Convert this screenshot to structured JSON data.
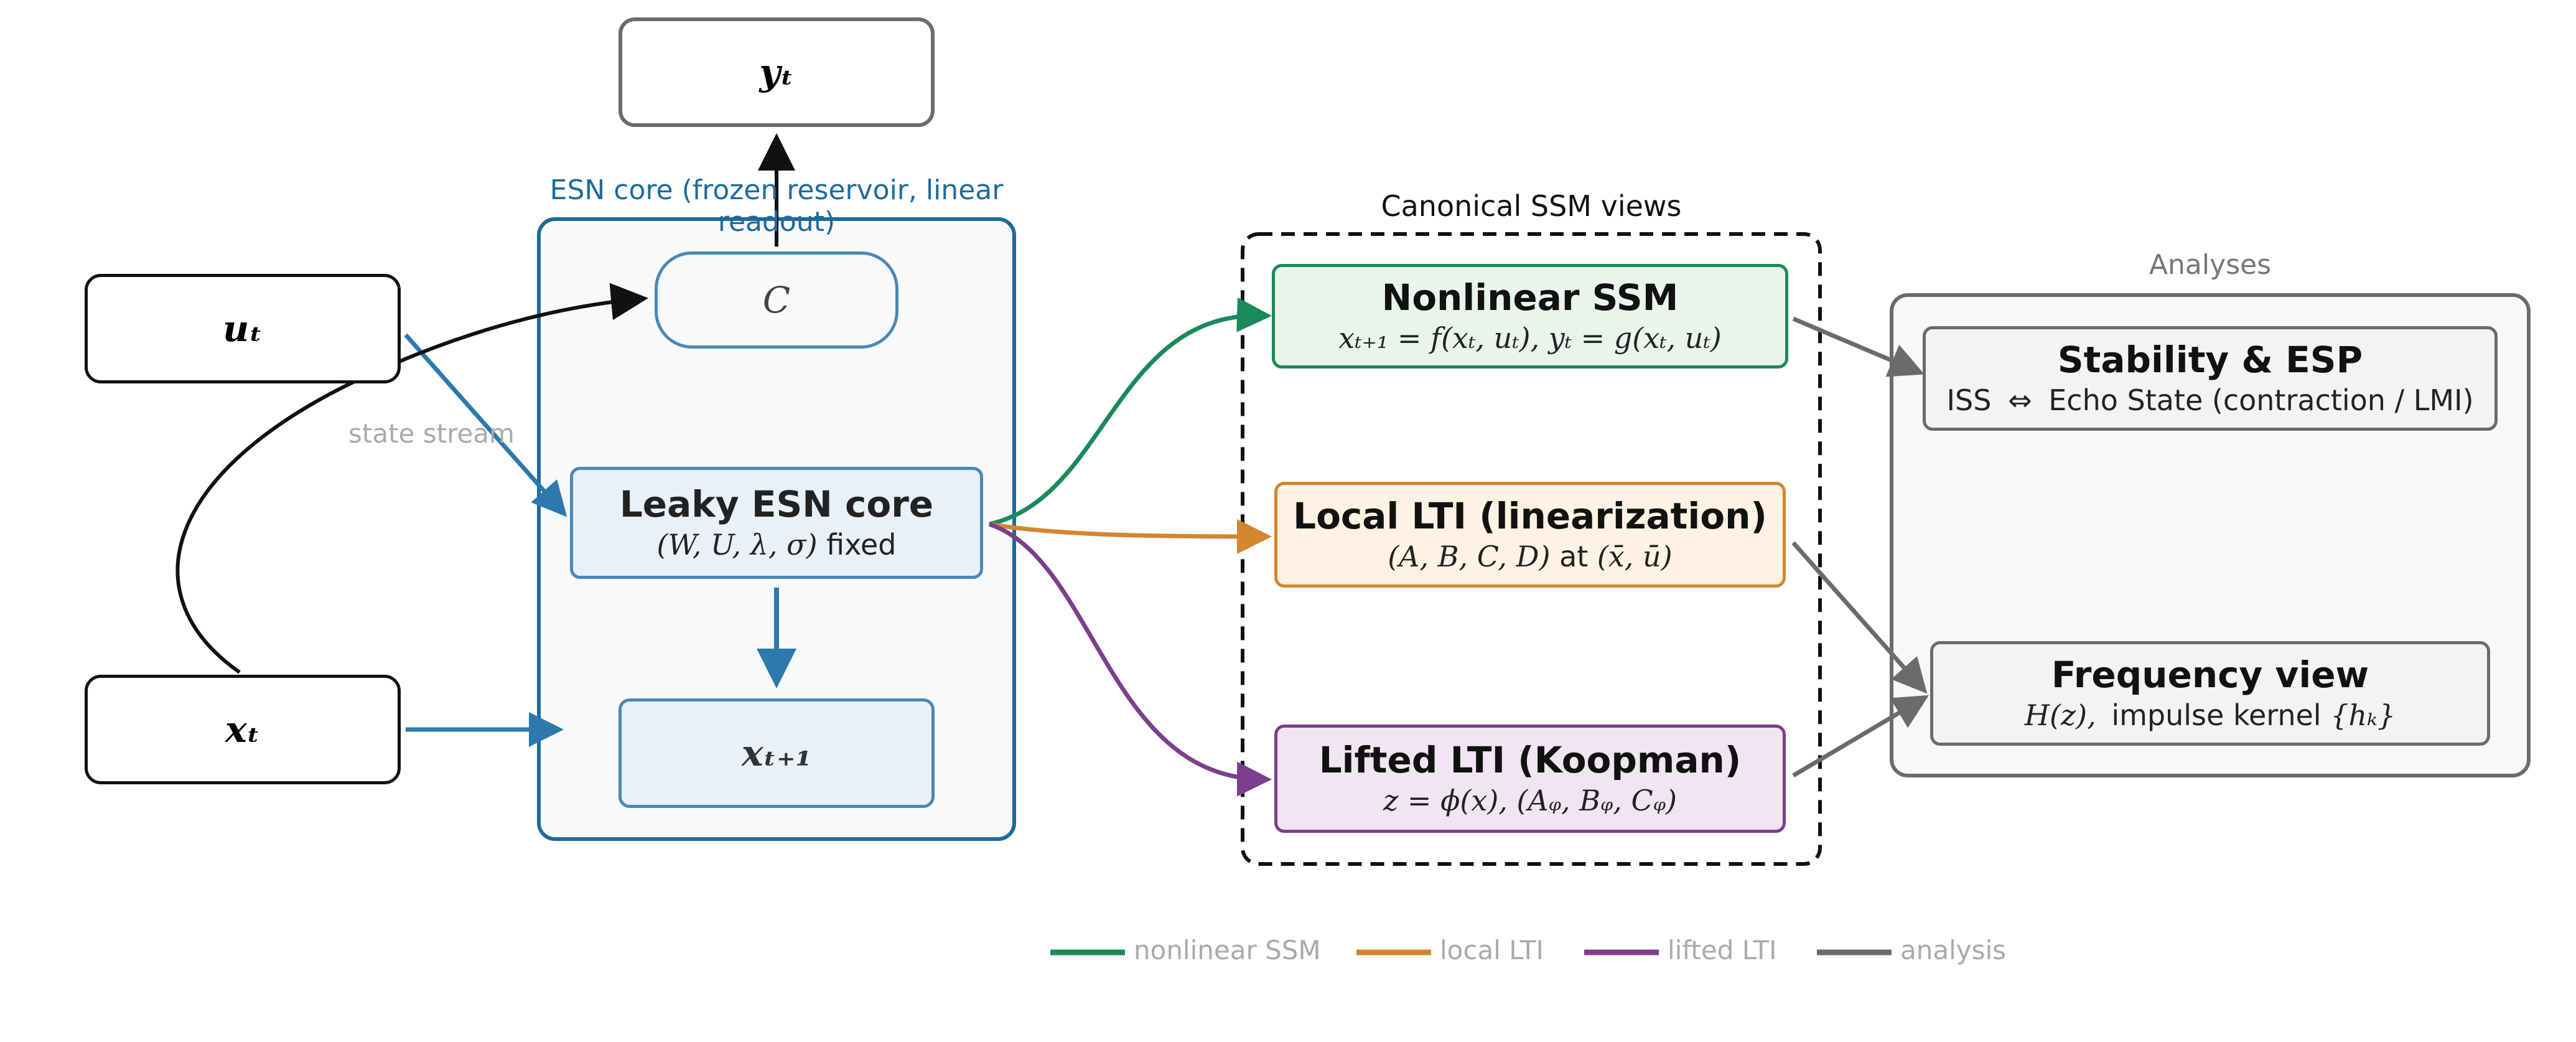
{
  "esn_core": {
    "label": "ESN core (frozen reservoir, linear readout)",
    "output_box": "yₜ",
    "readout_box": "C",
    "leaky_core": {
      "title": "Leaky ESN core",
      "params": "(W, U, λ, σ)",
      "suffix": "fixed"
    },
    "next_state_box": "xₜ₊₁"
  },
  "inputs": {
    "u_box": "uₜ",
    "x_box": "xₜ",
    "state_stream_label": "state stream"
  },
  "canonical_views": {
    "label": "Canonical SSM views",
    "nonlinear": {
      "title": "Nonlinear SSM",
      "formula": "xₜ₊₁ = f(xₜ, uₜ),  yₜ = g(xₜ, uₜ)"
    },
    "local": {
      "title": "Local LTI (linearization)",
      "formula": "(A, B, C, D)",
      "mid": "at",
      "point": "(x̄, ū)"
    },
    "lifted": {
      "title": "Lifted LTI (Koopman)",
      "formula": "z = ϕ(x),  (Aᵩ, Bᵩ, Cᵩ)"
    }
  },
  "analyses": {
    "label": "Analyses",
    "stability": {
      "title": "Stability & ESP",
      "left": "ISS",
      "symbol": "⇔",
      "right": "Echo State (contraction / LMI)"
    },
    "frequency": {
      "title": "Frequency view",
      "formula": "H(z),",
      "mid": "impulse kernel",
      "kernel": "{hₖ}"
    }
  },
  "legend": [
    {
      "label": "nonlinear SSM",
      "color": "#1b8a5a"
    },
    {
      "label": "local LTI",
      "color": "#d4862e"
    },
    {
      "label": "lifted LTI",
      "color": "#7b3f8c"
    },
    {
      "label": "analysis",
      "color": "#6b6b6b"
    }
  ],
  "colors": {
    "esn_blue": "#1f6a9b",
    "esn_fill": "#f7f9fb",
    "inner_fill": "#e9f0f8",
    "inner_border": "#4a88b8",
    "green": "#1b8a5a",
    "green_fill": "#e8f4ec",
    "orange": "#d4862e",
    "orange_fill": "#fdf2e3",
    "purple": "#7b3f8c",
    "purple_fill": "#f0e6f1",
    "gray": "#6b6b6b",
    "gray_fill": "#f2f3f4"
  }
}
